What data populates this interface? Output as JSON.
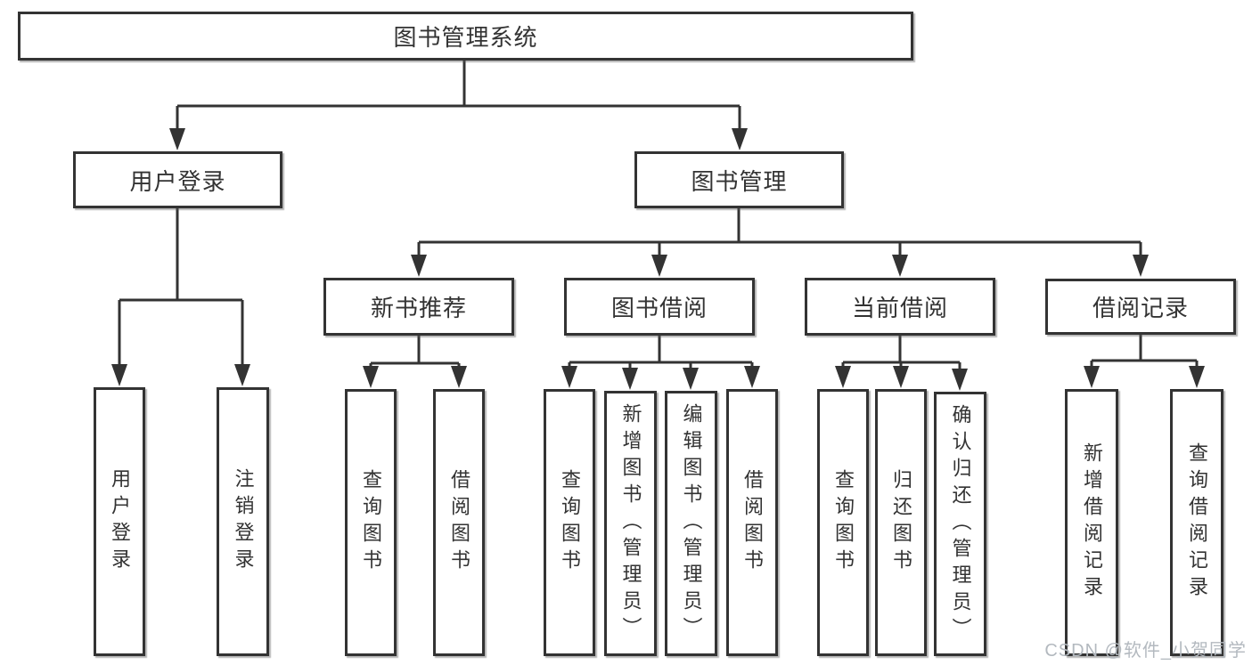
{
  "colors": {
    "line": "#333333",
    "box_border": "#333333",
    "box_fill": "#ffffff",
    "text": "#333333",
    "watermark": "#b3b9bf",
    "background": "#ffffff"
  },
  "watermark": {
    "text": "CSDN @软件_小贺同学"
  },
  "tree": {
    "root": {
      "label": "图书管理系统",
      "children": [
        {
          "label": "用户登录",
          "children": [
            {
              "label": "用户登录"
            },
            {
              "label": "注销登录"
            }
          ]
        },
        {
          "label": "图书管理",
          "children": [
            {
              "label": "新书推荐",
              "children": [
                {
                  "label": "查询图书"
                },
                {
                  "label": "借阅图书"
                }
              ]
            },
            {
              "label": "图书借阅",
              "children": [
                {
                  "label": "查询图书"
                },
                {
                  "label": "新增图书（管理员）"
                },
                {
                  "label": "编辑图书（管理员）"
                },
                {
                  "label": "借阅图书"
                }
              ]
            },
            {
              "label": "当前借阅",
              "children": [
                {
                  "label": "查询图书"
                },
                {
                  "label": "归还图书"
                },
                {
                  "label": "确认归还（管理员）"
                }
              ]
            },
            {
              "label": "借阅记录",
              "children": [
                {
                  "label": "新增借阅记录"
                },
                {
                  "label": "查询借阅记录"
                }
              ]
            }
          ]
        }
      ]
    }
  }
}
